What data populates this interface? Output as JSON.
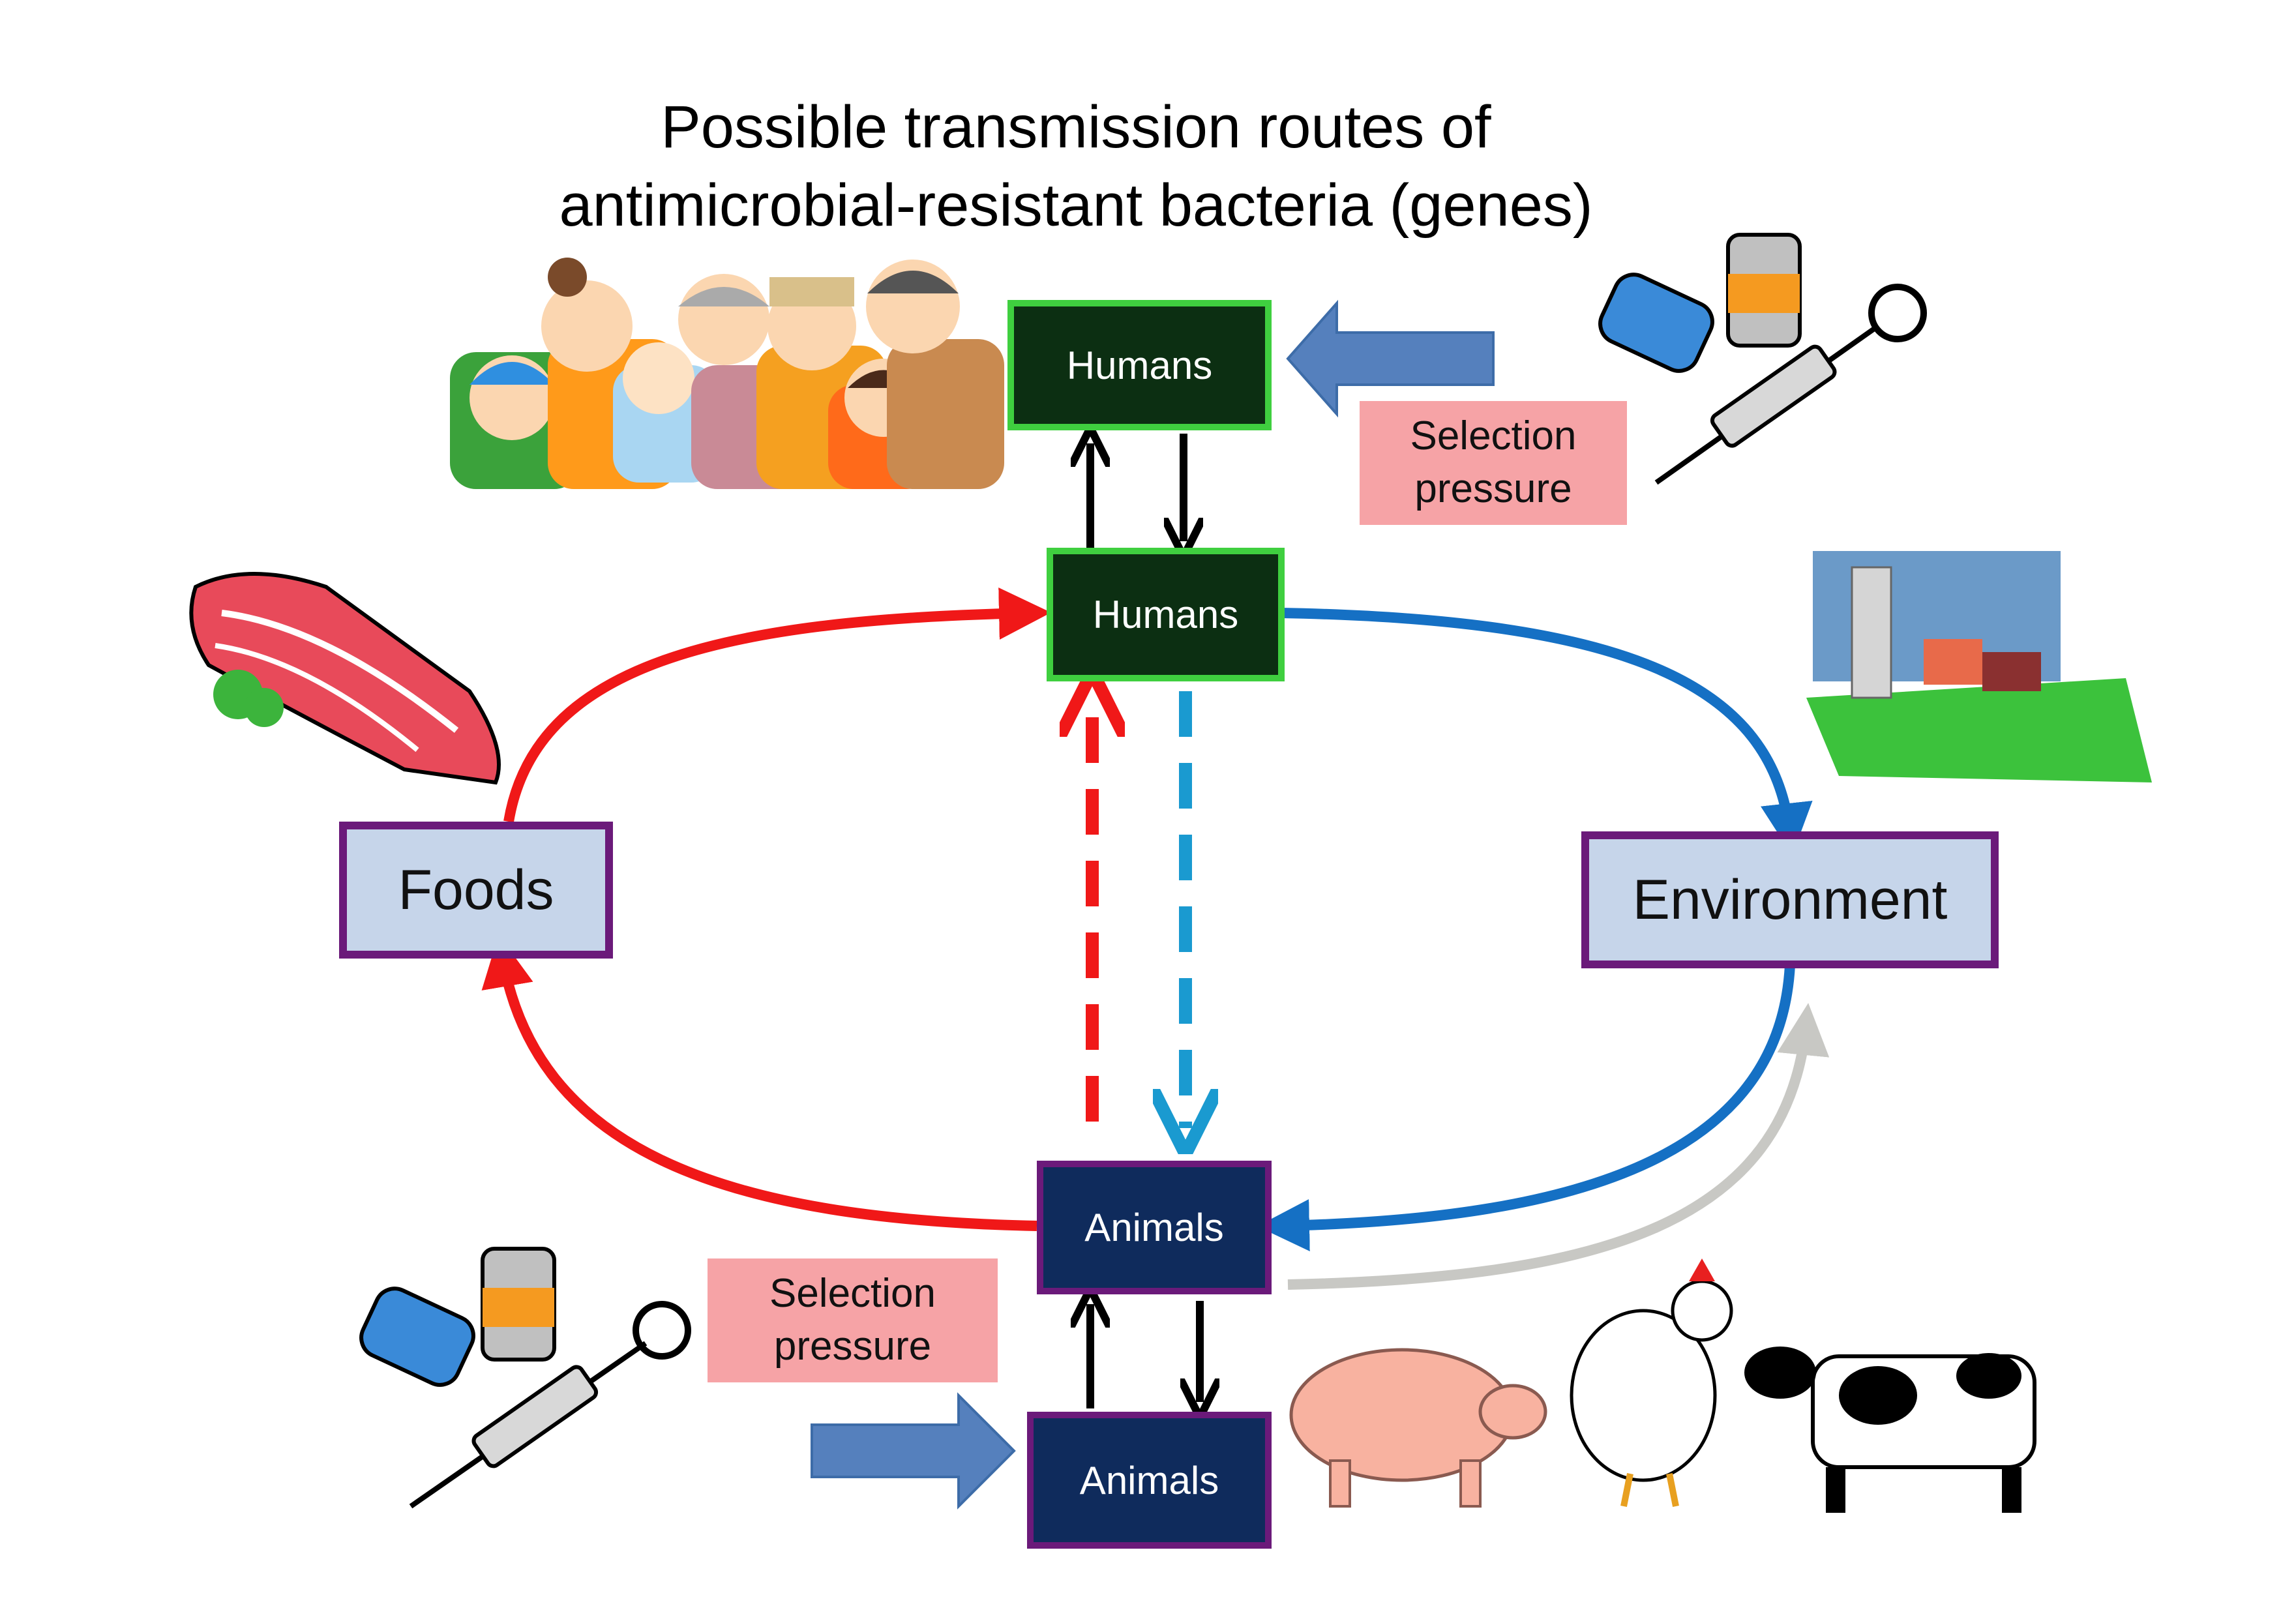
{
  "title": {
    "line1": "Possible transmission routes of",
    "line2": "antimicrobial-resistant bacteria (genes)"
  },
  "nodes": {
    "humans_top": "Humans",
    "humans_center": "Humans",
    "animals_center": "Animals",
    "animals_bottom": "Animals",
    "foods": "Foods",
    "environment": "Environment"
  },
  "selection_pressure_top": {
    "line1": "Selection",
    "line2": "pressure"
  },
  "selection_pressure_bottom": {
    "line1": "Selection",
    "line2": "pressure"
  },
  "colors": {
    "human_fill": "#0c2f12",
    "human_border": "#3fcf3f",
    "animal_fill": "#0f2b5c",
    "node_border": "#6b1a7a",
    "node_fill": "#c6d5ea",
    "food_route": "#f01818",
    "environment_route": "#1570c4",
    "dashed_down": "#1a9ad0",
    "animal_to_environment": "#c8c8c4",
    "pressure_bg": "#f6a3a6",
    "pressure_arrow": "#5580bd"
  },
  "illustrations": [
    "family-illustration",
    "meat-illustration",
    "farm-illustration",
    "vials-syringe-icon",
    "pig-illustration",
    "chicken-illustration",
    "cow-illustration"
  ]
}
